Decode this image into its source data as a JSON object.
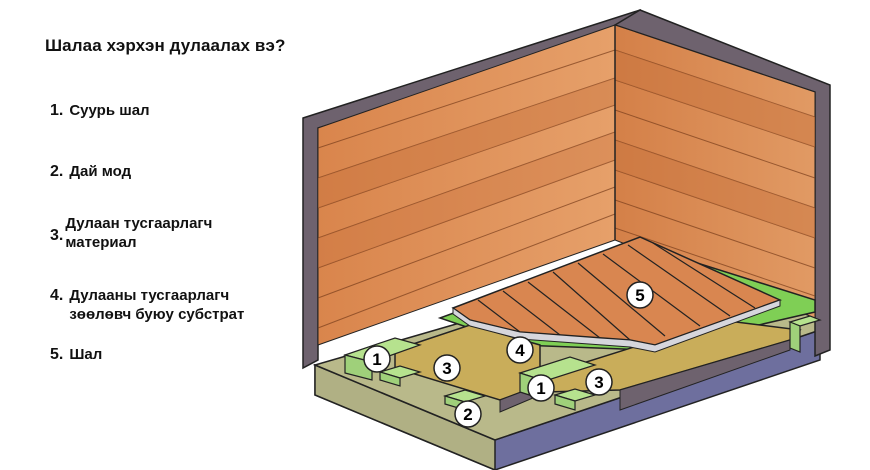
{
  "title": "Шалаа хэрхэн дулаалах вэ?",
  "legend": [
    {
      "number": "1.",
      "label": "Суурь шал"
    },
    {
      "number": "2.",
      "label": "Дай мод"
    },
    {
      "number": "3.",
      "label": "Дулаан тусгаарлагч материал"
    },
    {
      "number": "4.",
      "label": "Дулааны тусгаарлагч зөөлөвч буюу субстрат"
    },
    {
      "number": "5.",
      "label": "Шал"
    }
  ],
  "diagram": {
    "callouts": [
      {
        "id": "1a",
        "text": "1"
      },
      {
        "id": "3a",
        "text": "3"
      },
      {
        "id": "4",
        "text": "4"
      },
      {
        "id": "5",
        "text": "5"
      },
      {
        "id": "2",
        "text": "2"
      },
      {
        "id": "1b",
        "text": "1"
      },
      {
        "id": "3b",
        "text": "3"
      }
    ],
    "colors": {
      "wall_frame": "#6e626e",
      "wood_light": "#e39a62",
      "wood_mid": "#d98650",
      "wood_dark": "#c8743e",
      "slab_top": "#b9b98a",
      "slab_front": "#6e6f9e",
      "joist": "#9fd07a",
      "insulation": "#c9ad5a",
      "substrate": "#7fcf55",
      "plank_edge": "#d6d6dc"
    }
  }
}
